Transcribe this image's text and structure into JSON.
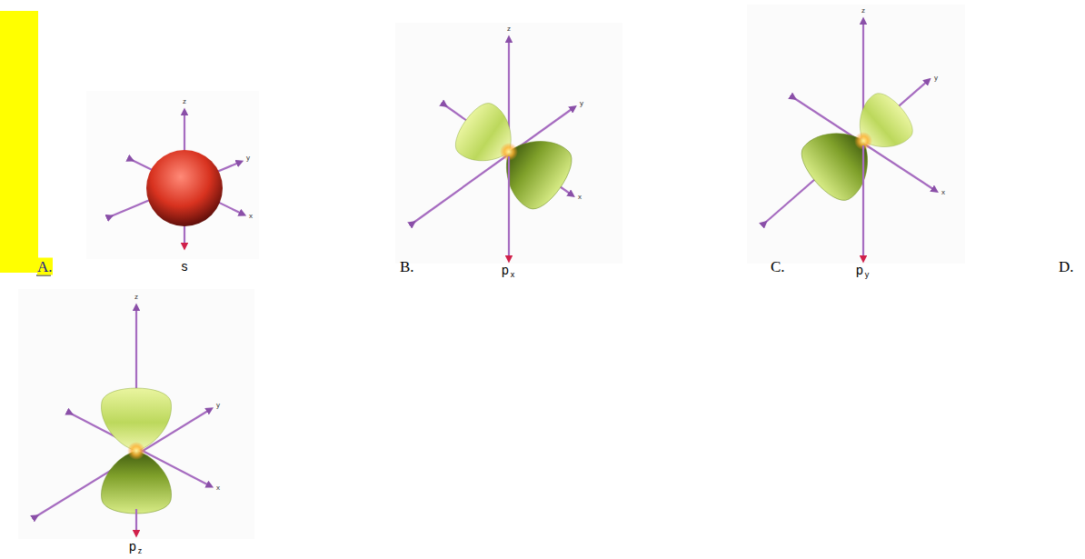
{
  "diagram": {
    "labels": [
      "A.",
      "z",
      "y",
      "x",
      "s",
      "B.",
      "z",
      "y",
      "x",
      "p",
      "x",
      "C.",
      "z",
      "y",
      "x",
      "p",
      "y",
      "D.",
      "z",
      "y",
      "x",
      "p",
      "z"
    ]
  }
}
